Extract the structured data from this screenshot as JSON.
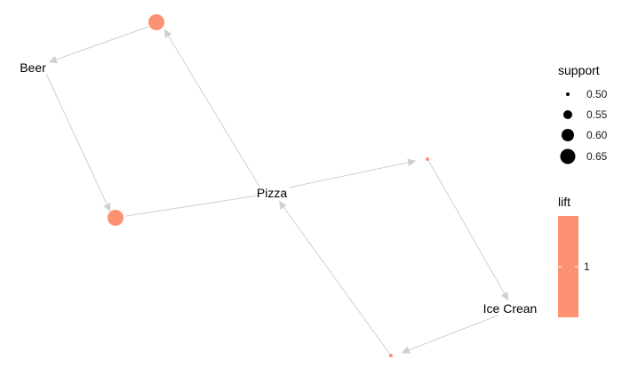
{
  "colors": {
    "rule_node": "#fc9272",
    "edge": "#d0d0d0",
    "lift_bar": "#fc9272",
    "text": "#000000"
  },
  "items": {
    "beer": "Beer",
    "pizza": "Pizza",
    "ice_cream": "Ice Crean"
  },
  "rules": [
    {
      "id": "rule-1",
      "lhs": "Pizza",
      "rhs": "Beer",
      "support": 0.67,
      "lift": 1
    },
    {
      "id": "rule-2",
      "lhs": "Beer",
      "rhs": "Pizza",
      "support": 0.67,
      "lift": 1
    },
    {
      "id": "rule-3",
      "lhs": "Pizza",
      "rhs": "Ice Crean",
      "support": 0.5,
      "lift": 1
    },
    {
      "id": "rule-4",
      "lhs": "Ice Crean",
      "rhs": "Pizza",
      "support": 0.5,
      "lift": 1
    }
  ],
  "legend": {
    "support_title": "support",
    "support_values": [
      "0.50",
      "0.55",
      "0.60",
      "0.65"
    ],
    "lift_title": "lift",
    "lift_tick": "1"
  }
}
